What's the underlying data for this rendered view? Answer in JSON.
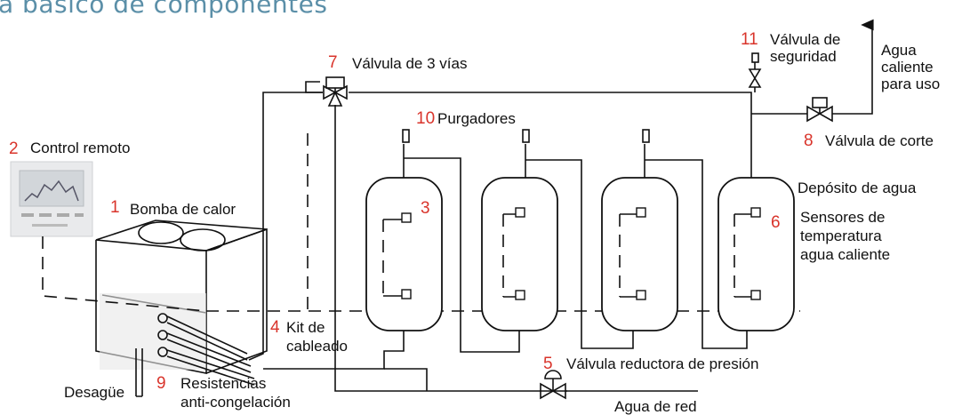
{
  "title": "a básico de componentes",
  "labels": {
    "control_remoto": "Control remoto",
    "bomba_calor": "Bomba de calor",
    "valvula_3_vias": "Válvula de 3 vías",
    "purgadores": "Purgadores",
    "valvula_seguridad_1": "Válvula de",
    "valvula_seguridad_2": "seguridad",
    "agua_caliente_1": "Agua",
    "agua_caliente_2": "caliente",
    "agua_caliente_3": "para uso",
    "valvula_corte": "Válvula de corte",
    "deposito": "Depósito de agua",
    "sensores_1": "Sensores de",
    "sensores_2": "temperatura",
    "sensores_3": "agua caliente",
    "kit_1": "Kit de",
    "kit_2": "cableado",
    "reductora": "Válvula reductora de presión",
    "desague": "Desagüe",
    "resistencias_1": "Resistencias",
    "resistencias_2": "anti-congelación",
    "agua_red": "Agua de red"
  },
  "numbers": {
    "n1": "1",
    "n2": "2",
    "n3": "3",
    "n4": "4",
    "n5": "5",
    "n6": "6",
    "n7": "7",
    "n8": "8",
    "n9": "9",
    "n10": "10",
    "n11": "11"
  },
  "colors": {
    "title": "#5b8fa8",
    "number": "#d9342b",
    "line": "#111111"
  }
}
